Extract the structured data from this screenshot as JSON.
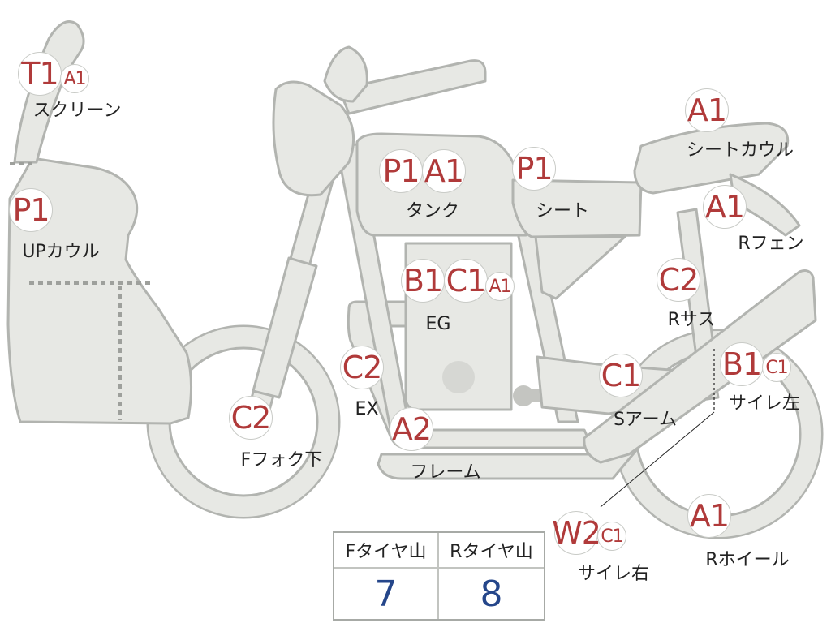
{
  "markers": {
    "screen_t1": "T1",
    "screen_a1": "A1",
    "upcowl_p1": "P1",
    "tank_p1": "P1",
    "tank_a1": "A1",
    "seat_p1": "P1",
    "seatcowl_a1": "A1",
    "rfender_a1": "A1",
    "eg_b1": "B1",
    "eg_c1": "C1",
    "eg_a1": "A1",
    "rsus_c2": "C2",
    "ex_c2": "C2",
    "ffork_c2": "C2",
    "frame_a2": "A2",
    "sarm_c1": "C1",
    "sileft_b1": "B1",
    "sileft_c1": "C1",
    "siright_w2": "W2",
    "siright_c1": "C1",
    "rwheel_a1": "A1"
  },
  "labels": {
    "screen": "スクリーン",
    "upcowl": "UPカウル",
    "tank": "タンク",
    "seat": "シート",
    "seatcowl": "シートカウル",
    "rfender": "Rフェン",
    "eg": "EG",
    "rsus": "Rサス",
    "ex": "EX",
    "ffork": "Fフォク下",
    "frame": "フレーム",
    "sarm": "Sアーム",
    "sileft": "サイレ左",
    "siright": "サイレ右",
    "rwheel": "Rホイール"
  },
  "tire_table": {
    "front_header": "Fタイヤ山",
    "rear_header": "Rタイヤ山",
    "front_value": "7",
    "rear_value": "8"
  },
  "colors": {
    "part_fill": "#e7e8e4",
    "part_outline": "#b2b4b0",
    "marker_text": "#b03a3a",
    "table_value": "#25468a"
  }
}
